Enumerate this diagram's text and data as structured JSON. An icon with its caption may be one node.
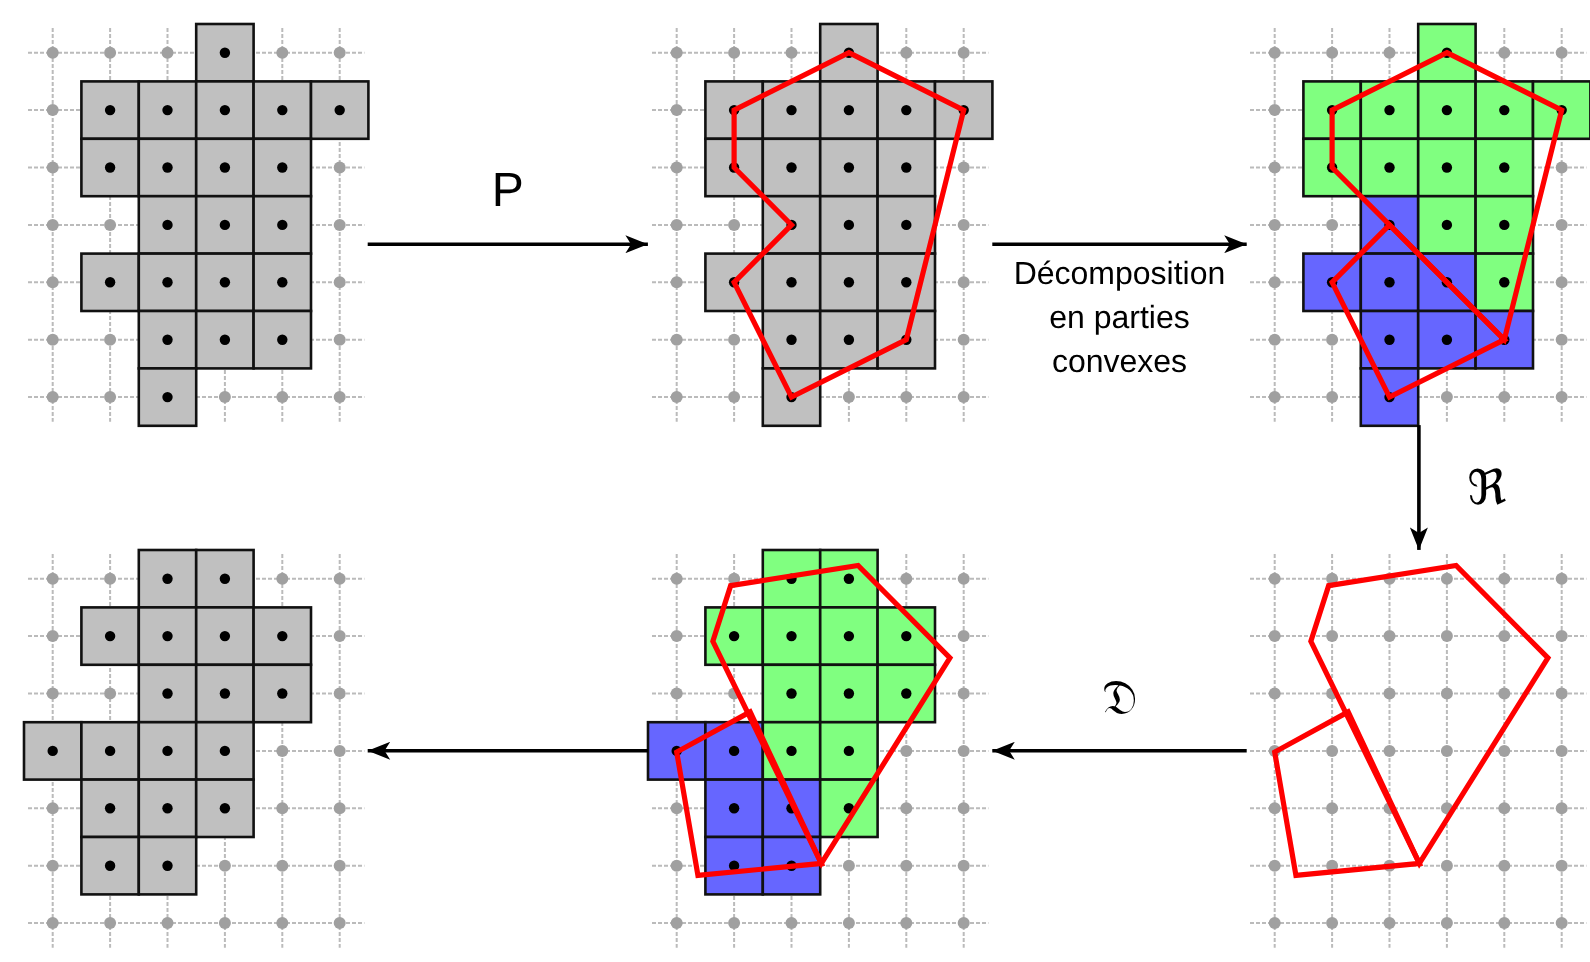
{
  "diagram": {
    "nodes": [
      {
        "text": [],
        "shape": "picture"
      },
      {
        "text": [],
        "shape": "picture"
      },
      {
        "text": [],
        "shape": "picture"
      },
      {
        "text": [],
        "shape": "picture"
      },
      {
        "text": [],
        "shape": "picture"
      },
      {
        "text": [],
        "shape": "picture"
      }
    ],
    "edges": [
      {
        "from": 0,
        "to": 1,
        "arrow": "to",
        "label": "P"
      },
      {
        "from": 1,
        "to": 2,
        "arrow": "to",
        "label": "Décomposition en parties convexes"
      },
      {
        "from": 2,
        "to": 5,
        "arrow": "to",
        "label": "ℜ"
      },
      {
        "from": 5,
        "to": 4,
        "arrow": "to",
        "label": "𝔇"
      },
      {
        "from": 4,
        "to": 3,
        "arrow": "to"
      }
    ]
  }
}
